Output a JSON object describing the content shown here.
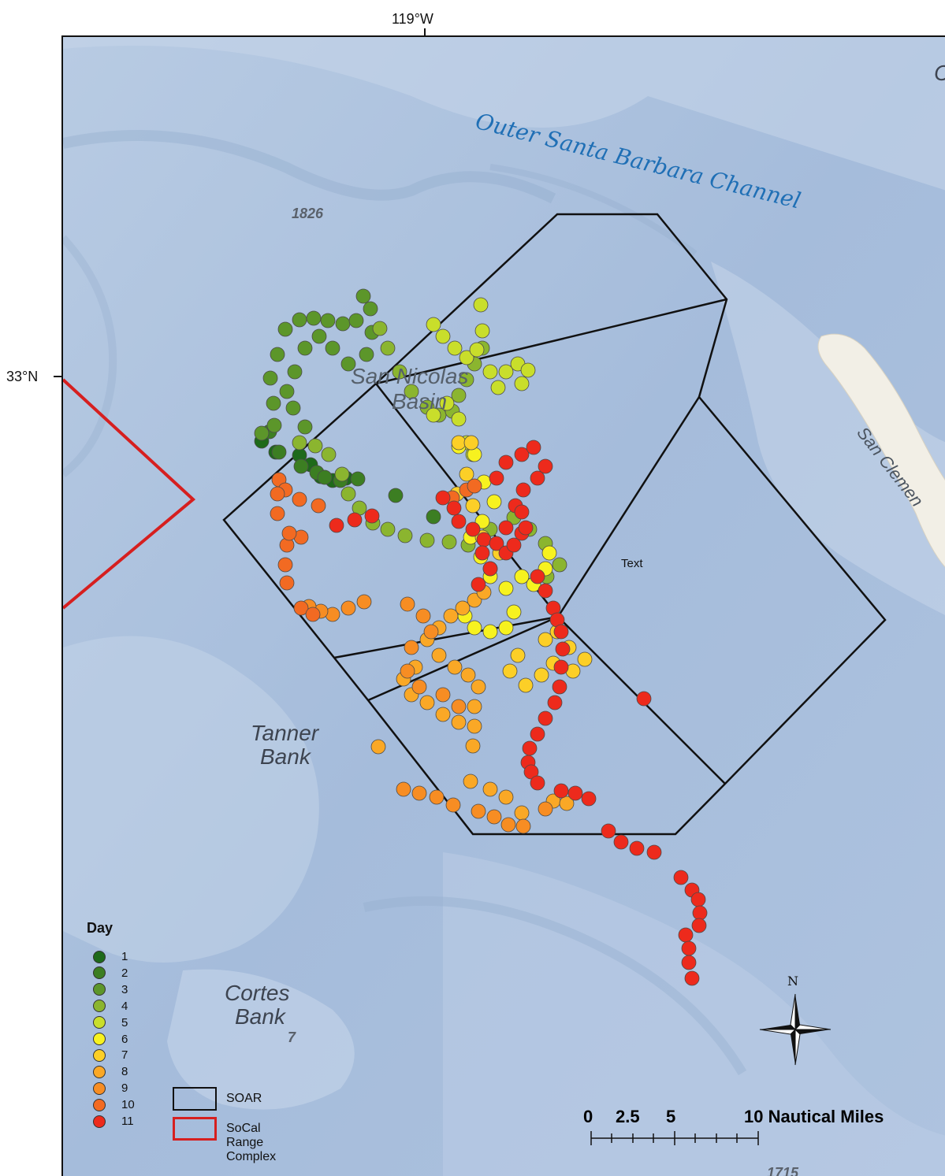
{
  "axis": {
    "lon_label": "119°W",
    "lat_label": "33°N"
  },
  "labels": {
    "channel": "Outer Santa Barbara Channel",
    "corner": "C",
    "basin_line1": "San Nicolas",
    "basin_line2": "Basin",
    "island": "San Clemen",
    "tanner_line1": "Tanner",
    "tanner_line2": "Bank",
    "cortes_line1": "Cortes",
    "cortes_line2": "Bank",
    "text_placeholder": "Text",
    "depth_1": "1826",
    "depth_2": "7",
    "depth_3": "1715"
  },
  "legend": {
    "title": "Day",
    "days": [
      {
        "label": "1",
        "color": "#1e6a1a"
      },
      {
        "label": "2",
        "color": "#3c7e22"
      },
      {
        "label": "3",
        "color": "#5c962a"
      },
      {
        "label": "4",
        "color": "#8bb52f"
      },
      {
        "label": "5",
        "color": "#c9de2b"
      },
      {
        "label": "6",
        "color": "#f7f21f"
      },
      {
        "label": "7",
        "color": "#fccf27"
      },
      {
        "label": "8",
        "color": "#faa826"
      },
      {
        "label": "9",
        "color": "#f78d23"
      },
      {
        "label": "10",
        "color": "#f26a22"
      },
      {
        "label": "11",
        "color": "#ed2a1c"
      }
    ],
    "soar_label": "SOAR",
    "socal_label": "SoCal Range Complex",
    "soar_color": "#111111",
    "socal_color": "#d61f1f"
  },
  "scale": {
    "l0": "0",
    "l1": "2.5",
    "l2": "5",
    "l3": "10 Nautical Miles"
  },
  "north": {
    "label": "N"
  },
  "colors": {
    "sea": "#a9bfdc",
    "sea_deep": "#9fb6d6",
    "land": "#f2efe6"
  }
}
